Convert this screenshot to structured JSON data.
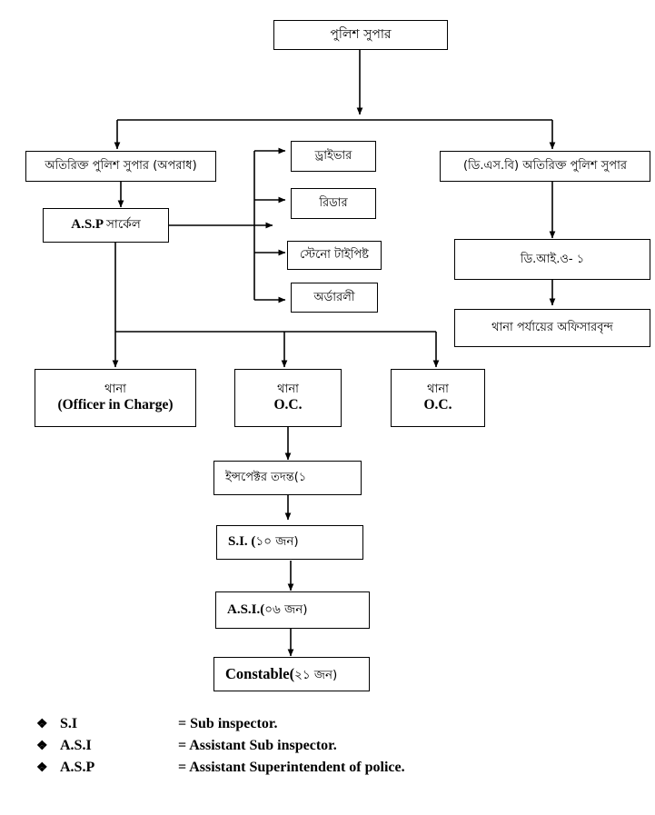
{
  "chart": {
    "title_node": {
      "label": "পুলিশ সুপার"
    },
    "nodes": {
      "addl_sp_crime": {
        "label": "অতিরিক্ত পুলিশ সুপার (অপরাধ)"
      },
      "asp_circle": {
        "label": "A.S.P ",
        "label_bn": "সার্কেল"
      },
      "driver": {
        "label": "ড্রাইভার"
      },
      "reader": {
        "label": "রিডার"
      },
      "steno_typist": {
        "label": "স্টেনো টাইপিষ্ট"
      },
      "orderly": {
        "label": "অর্ডারলী"
      },
      "addl_sp_dsb": {
        "label": "(ডি.এস.বি) অতিরিক্ত পুলিশ সুপার"
      },
      "dio_1": {
        "label": "ডি.আই.ও- ১"
      },
      "thana_officers": {
        "label": "থানা পর্যায়ের অফিসারবৃন্দ"
      },
      "thana_oic": {
        "line1": "থানা",
        "line2": "(Officer in Charge)"
      },
      "thana_oc_2": {
        "line1": "থানা",
        "line2": "O.C."
      },
      "thana_oc_3": {
        "line1": "থানা",
        "line2": "O.C."
      },
      "inspector_investigation": {
        "label": "ইন্সপেক্টর তদন্ত(১"
      },
      "si": {
        "label_en": "S.I. (",
        "label_bn": "১০ জন)"
      },
      "asi": {
        "label_en": "A.S.I.(",
        "label_bn": "০৬ জন)"
      },
      "constable": {
        "label_en": "Constable(",
        "label_bn": "২১ জন)"
      }
    }
  },
  "legend": {
    "bullet": "❖",
    "rows": [
      {
        "term": "S.I",
        "definition": "= Sub inspector."
      },
      {
        "term": "A.S.I",
        "definition": "= Assistant Sub inspector."
      },
      {
        "term": "A.S.P",
        "definition": "= Assistant Superintendent of police."
      }
    ]
  },
  "colors": {
    "background": "#ffffff",
    "stroke": "#000000",
    "text": "#000000"
  }
}
